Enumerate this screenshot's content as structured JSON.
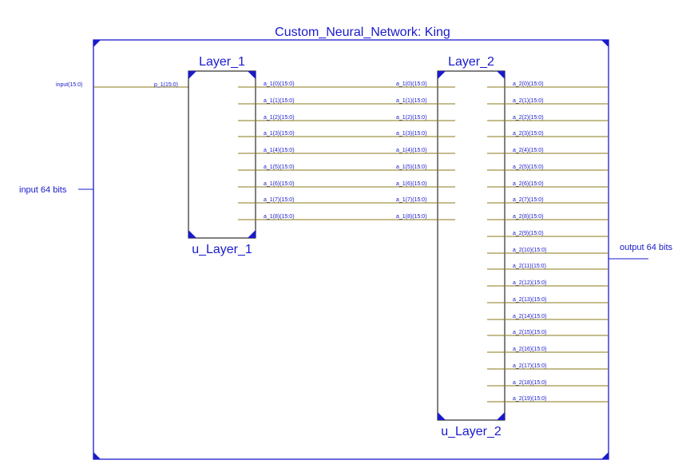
{
  "title": "Custom_Neural_Network: King",
  "colors": {
    "border": "#1a1acc",
    "wire": "#8a7a1a",
    "text": "#1a1acc"
  },
  "external": {
    "input_label": "input 64 bits",
    "output_label": "output 64 bits",
    "input_pin": "input(15:0)"
  },
  "layer1": {
    "name": "Layer_1",
    "instance": "u_Layer_1",
    "input_pin": "p_1(15:0)",
    "outputs": [
      "a_1(0)(15:0)",
      "a_1(1)(15:0)",
      "a_1(2)(15:0)",
      "a_1(3)(15:0)",
      "a_1(4)(15:0)",
      "a_1(5)(15:0)",
      "a_1(6)(15:0)",
      "a_1(7)(15:0)",
      "a_1(8)(15:0)"
    ]
  },
  "layer2": {
    "name": "Layer_2",
    "instance": "u_Layer_2",
    "inputs": [
      "a_1(0)(15:0)",
      "a_1(1)(15:0)",
      "a_1(2)(15:0)",
      "a_1(3)(15:0)",
      "a_1(4)(15:0)",
      "a_1(5)(15:0)",
      "a_1(6)(15:0)",
      "a_1(7)(15:0)",
      "a_1(8)(15:0)"
    ],
    "outputs": [
      "a_2(0)(15:0)",
      "a_2(1)(15:0)",
      "a_2(2)(15:0)",
      "a_2(3)(15:0)",
      "a_2(4)(15:0)",
      "a_2(5)(15:0)",
      "a_2(6)(15:0)",
      "a_2(7)(15:0)",
      "a_2(8)(15:0)",
      "a_2(9)(15:0)",
      "a_2(10)(15:0)",
      "a_2(11)(15:0)",
      "a_2(12)(15:0)",
      "a_2(13)(15:0)",
      "a_2(14)(15:0)",
      "a_2(15)(15:0)",
      "a_2(16)(15:0)",
      "a_2(17)(15:0)",
      "a_2(18)(15:0)",
      "a_2(19)(15:0)"
    ]
  }
}
